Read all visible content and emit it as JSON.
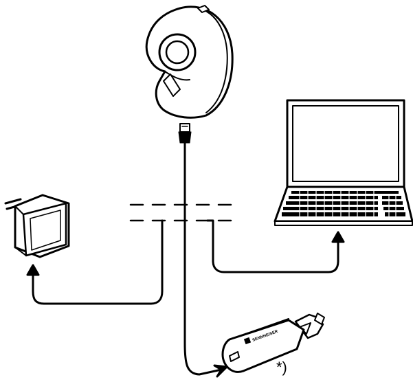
{
  "diagram": {
    "footnote_mark": "*)",
    "car_charger_brand": "SENNHEISER",
    "devices": [
      "headset",
      "usb-cable",
      "mains-power-supply",
      "laptop",
      "car-charger"
    ],
    "colors": {
      "line": "#000000",
      "background": "#ffffff",
      "screen_shade": "#d9d9d9"
    }
  }
}
